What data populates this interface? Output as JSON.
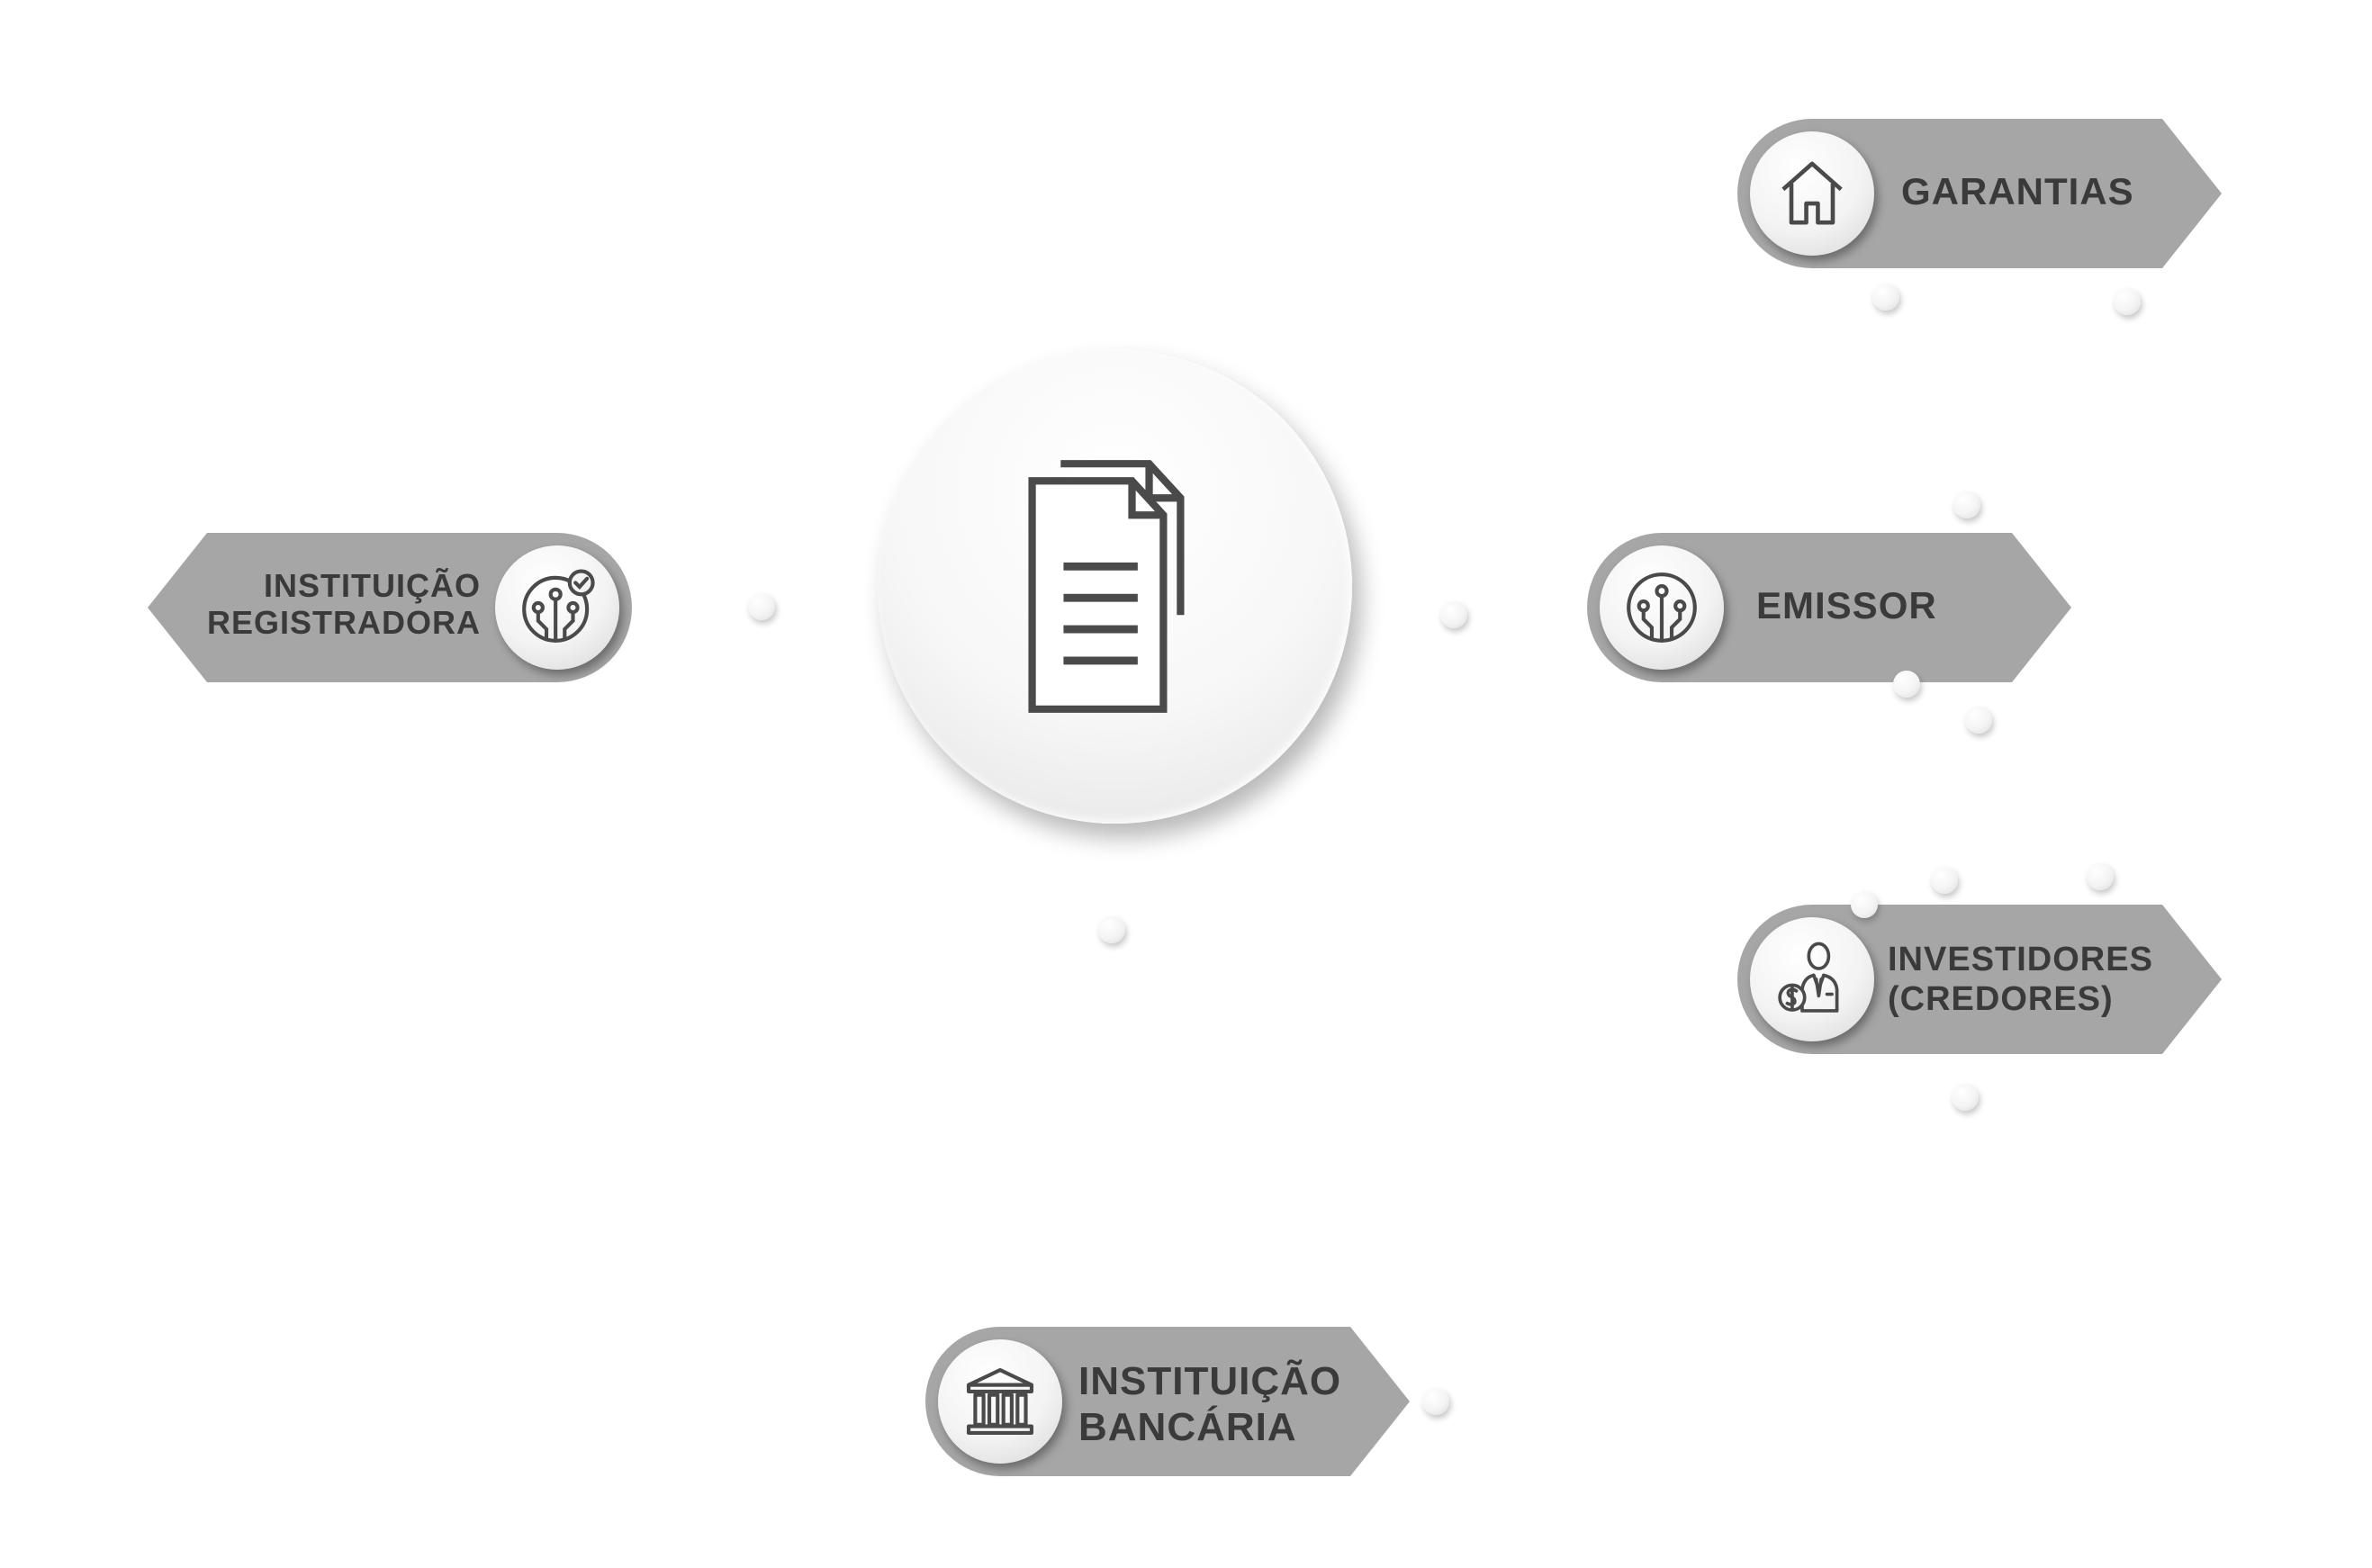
{
  "diagram": {
    "center": {
      "icon": "document-stack-icon"
    },
    "nodes": [
      {
        "id": "garantias",
        "label": "GARANTIAS",
        "icon": "house-icon"
      },
      {
        "id": "emissor",
        "label": "EMISSOR",
        "icon": "circuit-icon"
      },
      {
        "id": "investidores",
        "label_line1": "INVESTIDORES",
        "label_line2": "(CREDORES)",
        "icon": "investor-icon"
      },
      {
        "id": "registradora",
        "label_line1": "INSTITUIÇÃO",
        "label_line2": "REGISTRADORA",
        "icon": "circuit-check-icon"
      },
      {
        "id": "bancaria",
        "label_line1": "INSTITUIÇÃO",
        "label_line2": "BANCÁRIA",
        "icon": "bank-icon"
      }
    ],
    "colors": {
      "label_fill": "#a6a6a6",
      "icon_stroke": "#4a4a4a",
      "text": "#3a3a3a"
    }
  }
}
